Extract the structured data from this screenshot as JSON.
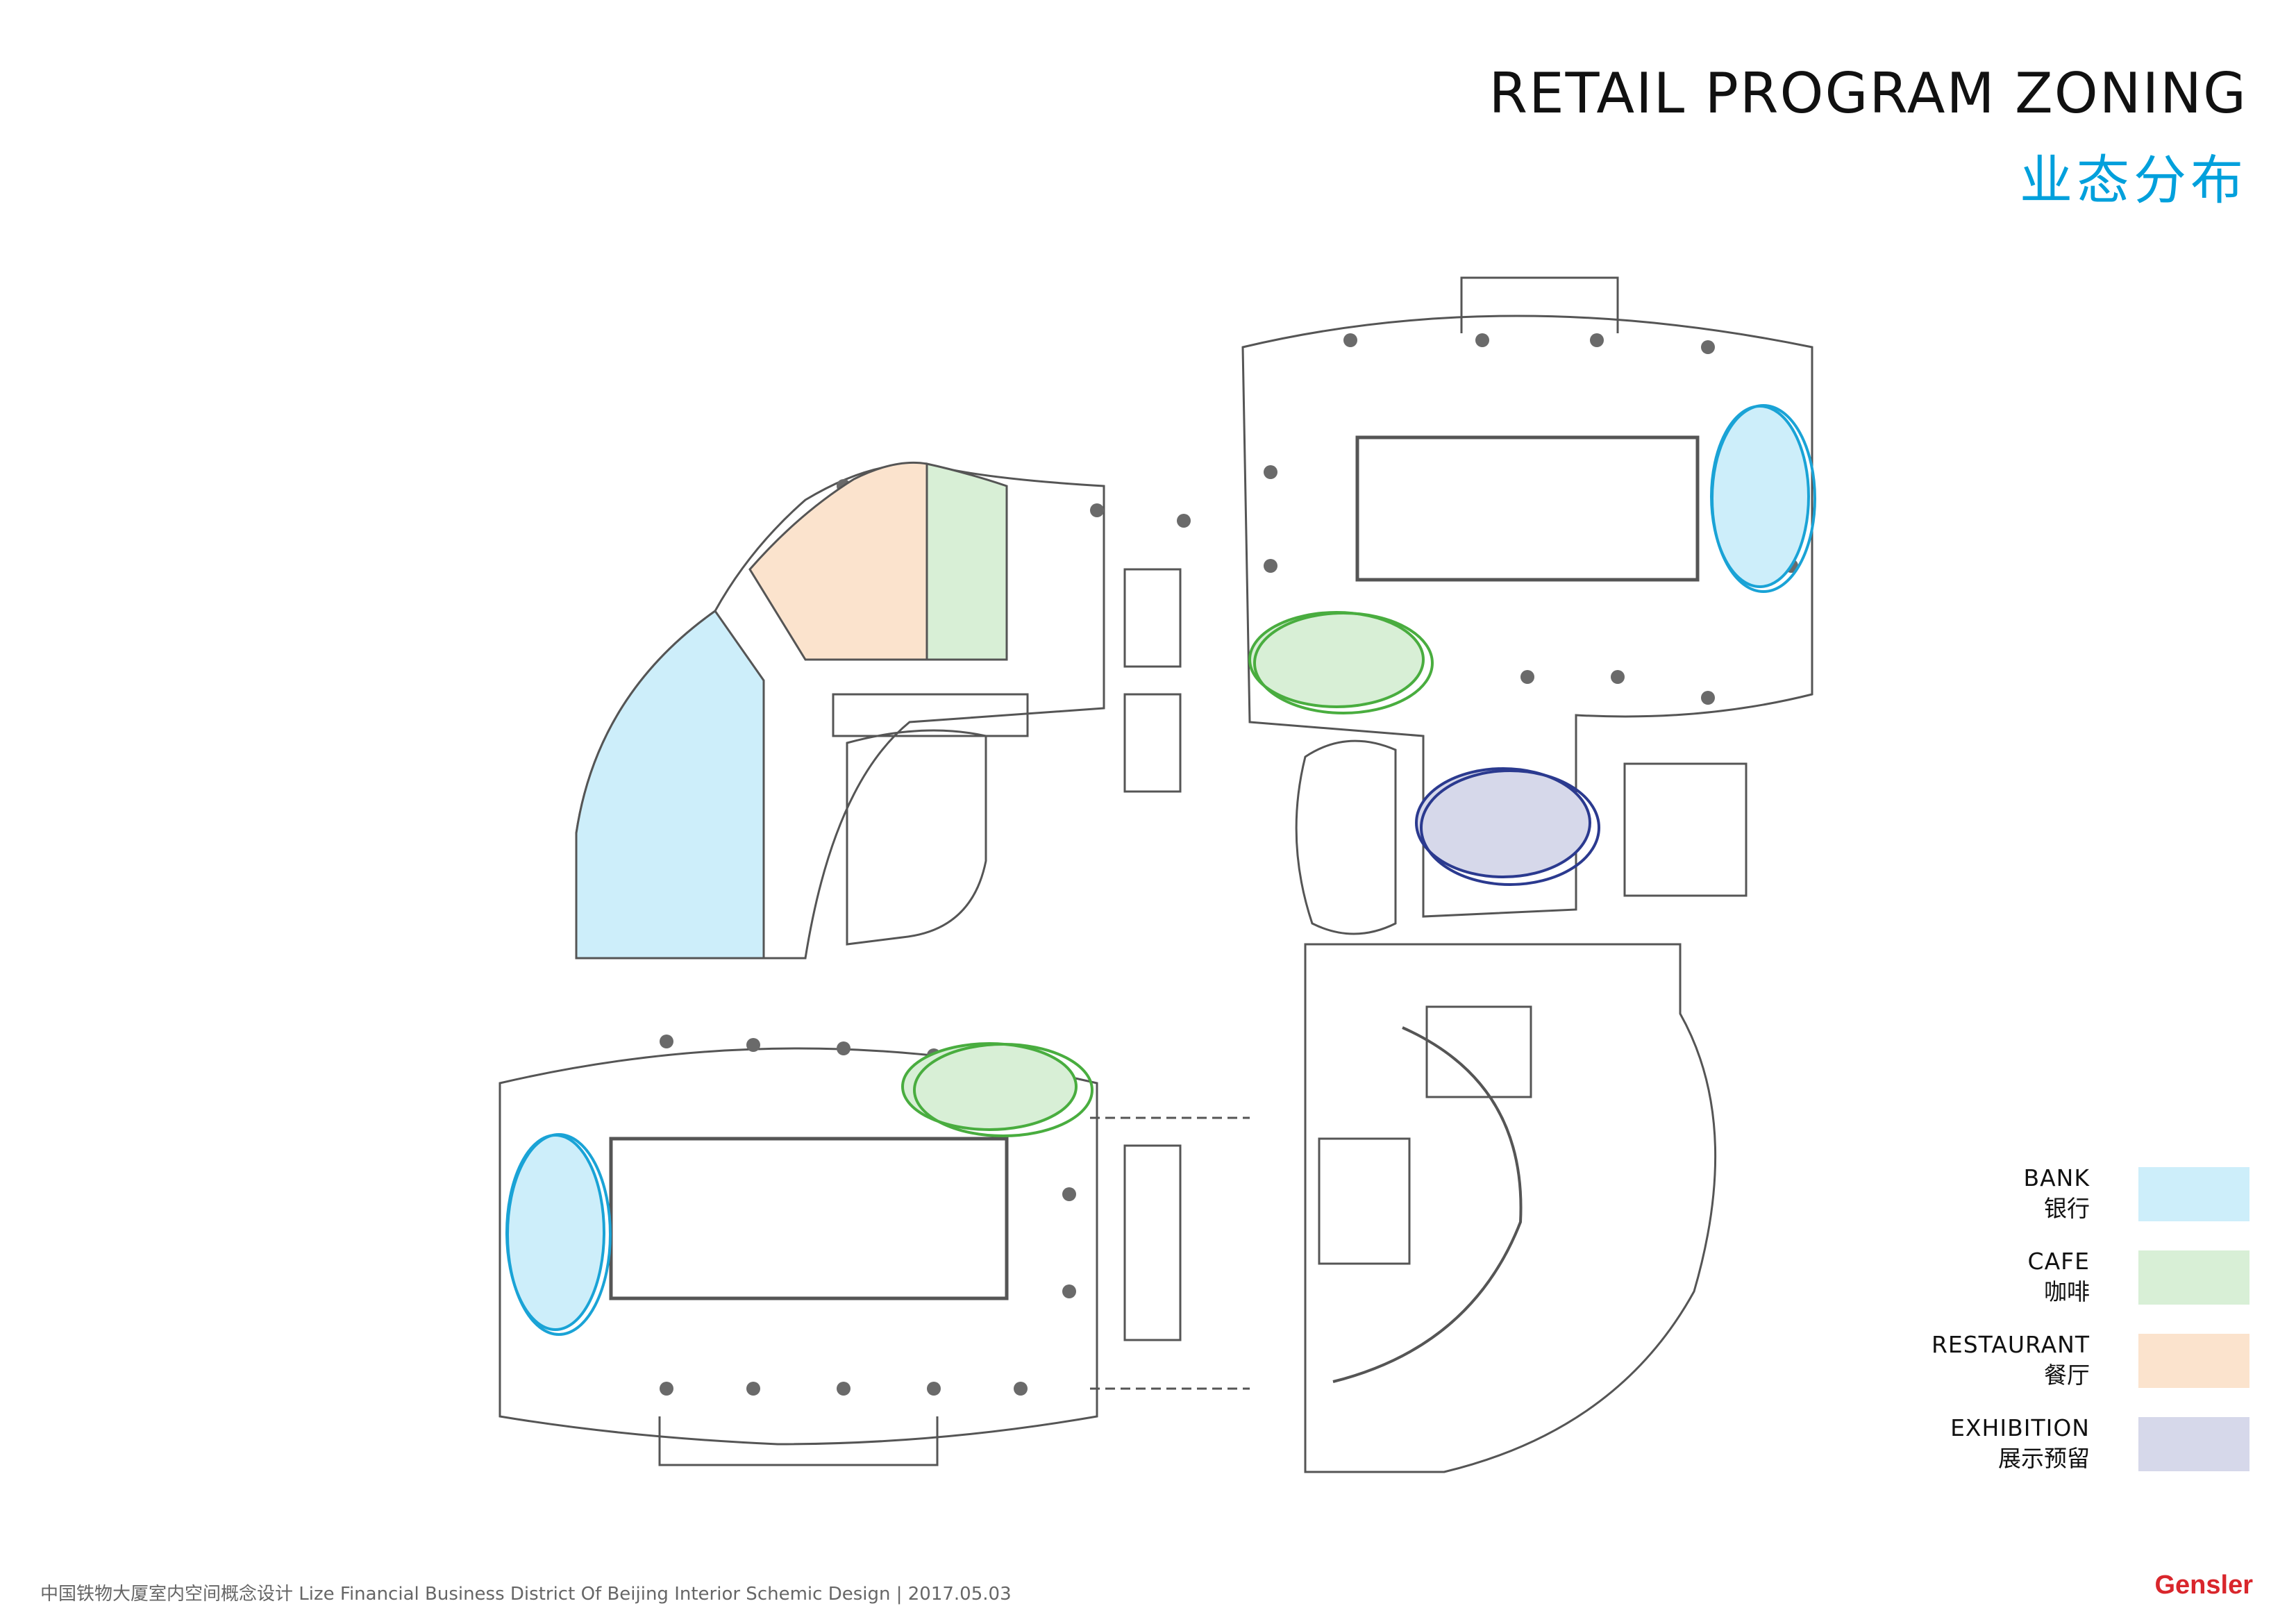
{
  "title": "RETAIL PROGRAM ZONING",
  "subtitle": "业态分布",
  "legend": [
    {
      "en": "BANK",
      "cn": "银行",
      "color": "#cdeefa"
    },
    {
      "en": "CAFE",
      "cn": "咖啡",
      "color": "#d8efd6"
    },
    {
      "en": "RESTAURANT",
      "cn": "餐厅",
      "color": "#fbe3cd"
    },
    {
      "en": "EXHIBITION",
      "cn": "展示预留",
      "color": "#d6d8ea"
    }
  ],
  "zone_outline_colors": {
    "bank": "#1aa3d6",
    "cafe": "#49ad3f",
    "exhibition": "#2b3a8f"
  },
  "footer": "中国铁物大厦室内空间概念设计 Lize Financial Business District  Of Beijing  Interior Schemic Design | 2017.05.03",
  "brand": "Gensler"
}
